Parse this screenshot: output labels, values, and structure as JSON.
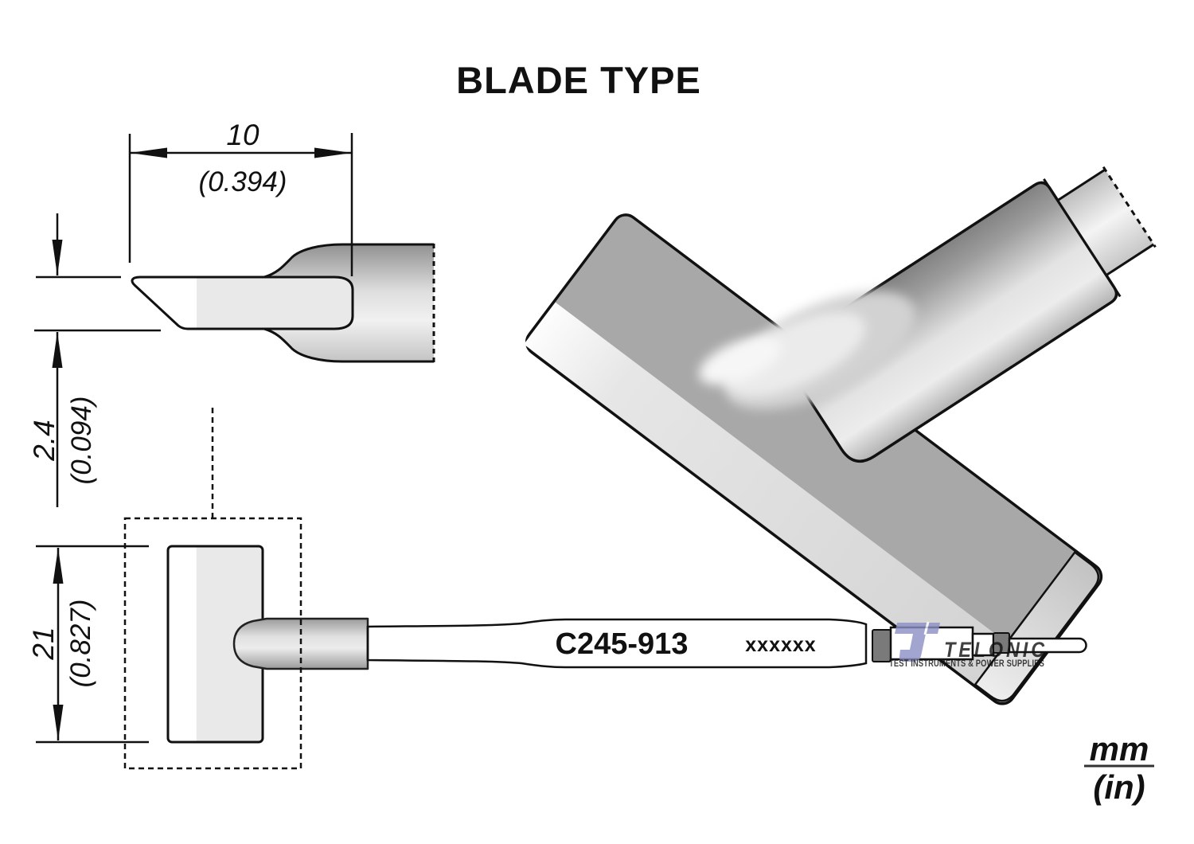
{
  "title": "BLADE TYPE",
  "dimensions": {
    "blade_length": {
      "mm": "10",
      "in": "(0.394)"
    },
    "blade_thickness": {
      "mm": "2.4",
      "in": "(0.094)"
    },
    "blade_width": {
      "mm": "21",
      "in": "(0.827)"
    }
  },
  "cartridge": {
    "part_number": "C245-913",
    "marking": "xxxxxx"
  },
  "units_legend": {
    "metric": "mm",
    "imperial": "(in)"
  },
  "watermark": {
    "brand": "TELONIC",
    "tagline": "TEST INSTRUMENTS & POWER SUPPLIES",
    "color": "#8a8fc4"
  },
  "colors": {
    "outline": "#111111",
    "blade_fill": "#e9e9e9",
    "band_fill": "#7a7a7a",
    "plate_top": "#a8a8a8"
  }
}
